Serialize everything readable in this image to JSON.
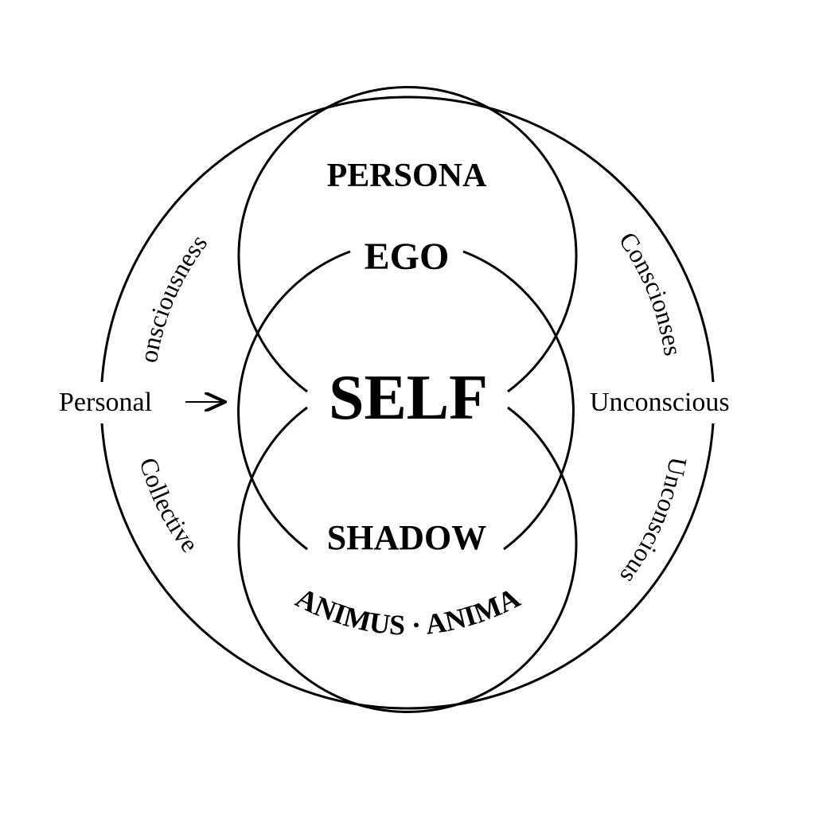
{
  "diagram": {
    "labels": {
      "persona": "PERSONA",
      "ego": "EGO",
      "self": "SELF",
      "shadow": "SHADOW",
      "animus_anima": "ANIMUS · ANIMA",
      "personal": "Personal",
      "onsciousness": "onsciousness",
      "collective": "Collective",
      "conscionses": "Conscionses",
      "unconscious_right": "Unconscious",
      "unconscious_arc": "Unconscious"
    },
    "colors": {
      "line": "#000000",
      "text": "#000000",
      "background": "#ffffff"
    }
  }
}
